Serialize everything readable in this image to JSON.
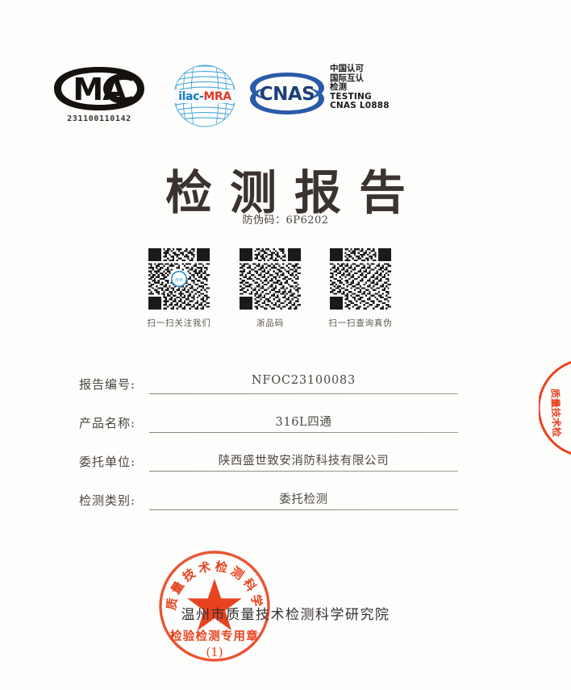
{
  "document": {
    "title": "检测报告",
    "anticounterfeit_label": "防伪码：",
    "anticounterfeit_code": "6P6202",
    "anticounterfeit_full": "防伪码：6P6202"
  },
  "accreditation": {
    "cma": {
      "mark_text": "CMA",
      "certificate_number": "231100110142"
    },
    "ilac": {
      "mark_text": "ilac-MRA"
    },
    "cnas": {
      "mark_text": "CNAS",
      "line1": "中国认可",
      "line2": "国际互认",
      "line3": "检测",
      "line4": "TESTING",
      "line5": "CNAS L0888"
    }
  },
  "qr_codes": [
    {
      "caption": "扫一扫关注我们",
      "has_center_logo": true
    },
    {
      "caption": "浙品码",
      "has_center_logo": false
    },
    {
      "caption": "扫一扫查询真伪",
      "has_center_logo": false
    }
  ],
  "fields": [
    {
      "label": "报告编号:",
      "value": "NFOC23100083"
    },
    {
      "label": "产品名称:",
      "value": "316L四通"
    },
    {
      "label": "委托单位:",
      "value": "陕西盛世致安消防科技有限公司"
    },
    {
      "label": "检测类别:",
      "value": "委托检测"
    }
  ],
  "seal": {
    "arc_text": "温州市质量技术检测科学研究院",
    "center_symbol": "★",
    "band_text": "检验检测专用章",
    "number_text": "(1)",
    "color": "#e8431f"
  },
  "organization": {
    "name": "温州市质量技术检测科学研究院"
  },
  "colors": {
    "seal_red": "#e8431f",
    "cnas_blue": "#2a5ba8",
    "ilac_blue": "#2196d8",
    "text_dark": "#3b3330",
    "rule_gray": "#8b8277"
  }
}
